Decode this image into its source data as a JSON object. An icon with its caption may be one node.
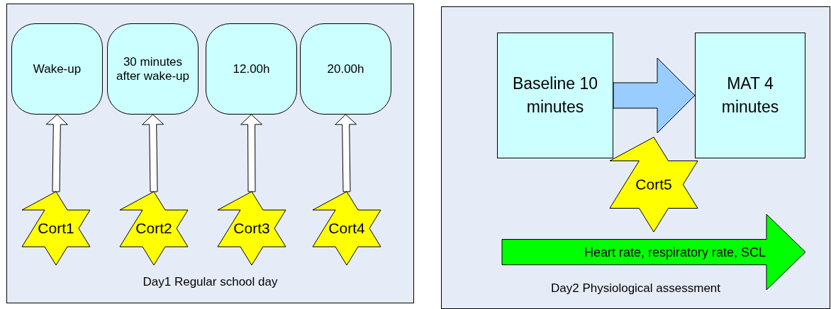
{
  "diagram": {
    "nodes": [
      {
        "text": [
          "Day1 Regular school day"
        ]
      },
      {
        "text": [
          "Wake-up"
        ],
        "in": 0
      },
      {
        "text": [
          "30 minutes after wake-up"
        ],
        "in": 0
      },
      {
        "text": [
          "12.00h"
        ],
        "in": 0
      },
      {
        "text": [
          "20.00h"
        ],
        "in": 0
      },
      {
        "text": [
          "Cort1"
        ],
        "in": 0
      },
      {
        "text": [
          "Cort2"
        ],
        "in": 0
      },
      {
        "text": [
          "Cort3"
        ],
        "in": 0
      },
      {
        "text": [
          "Cort4"
        ],
        "in": 0
      },
      {
        "text": [
          "Day2 Physiological assessment"
        ]
      },
      {
        "text": [
          "Baseline 10 minutes"
        ],
        "in": 9
      },
      {
        "text": [
          "MAT 4 minutes"
        ],
        "in": 9
      },
      {
        "text": [
          "Cort5"
        ],
        "in": 9
      },
      {
        "text": [
          "Heart rate, respiratory rate, SCL"
        ],
        "in": 9
      }
    ],
    "edges": [
      {
        "from": 5,
        "to": 1,
        "arrow": "to"
      },
      {
        "from": 6,
        "to": 2,
        "arrow": "to"
      },
      {
        "from": 7,
        "to": 3,
        "arrow": "to"
      },
      {
        "from": 8,
        "to": 4,
        "arrow": "to"
      },
      {
        "from": 10,
        "to": 11,
        "arrow": "to",
        "style": "thick",
        "color": "#99ccff"
      }
    ]
  }
}
